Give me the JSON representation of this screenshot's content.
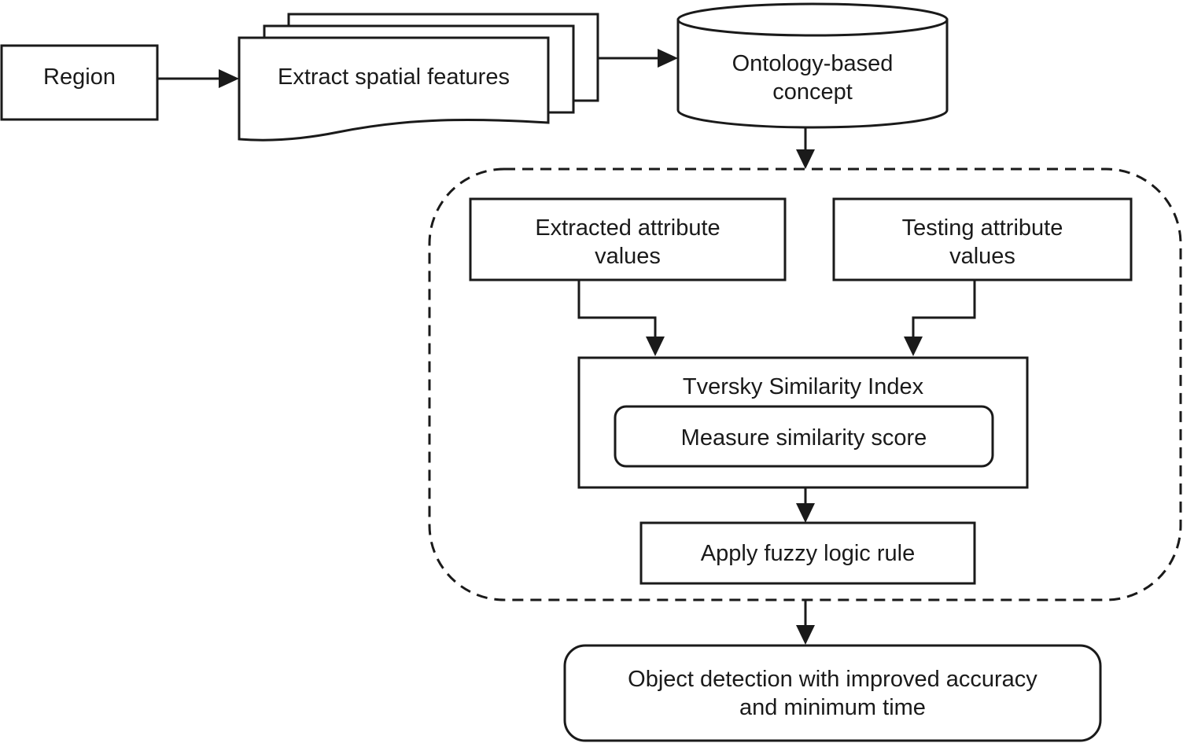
{
  "nodes": {
    "region": "Region",
    "extract": "Extract spatial features",
    "ontology": "Ontology-based\nconcept",
    "extracted_attr": "Extracted attribute\nvalues",
    "testing_attr": "Testing attribute\nvalues",
    "tversky": "Tversky Similarity Index",
    "measure": "Measure similarity score",
    "fuzzy": "Apply fuzzy logic rule",
    "result": "Object detection with improved accuracy\nand minimum time"
  },
  "edges": [
    {
      "from": "region",
      "to": "extract"
    },
    {
      "from": "extract",
      "to": "ontology"
    },
    {
      "from": "ontology",
      "to": "similarity-process-group"
    },
    {
      "from": "extracted_attr",
      "to": "tversky"
    },
    {
      "from": "testing_attr",
      "to": "tversky"
    },
    {
      "from": "tversky",
      "to": "fuzzy"
    },
    {
      "from": "similarity-process-group",
      "to": "result"
    }
  ],
  "colors": {
    "stroke": "#1a1a1a",
    "fill": "#ffffff"
  }
}
